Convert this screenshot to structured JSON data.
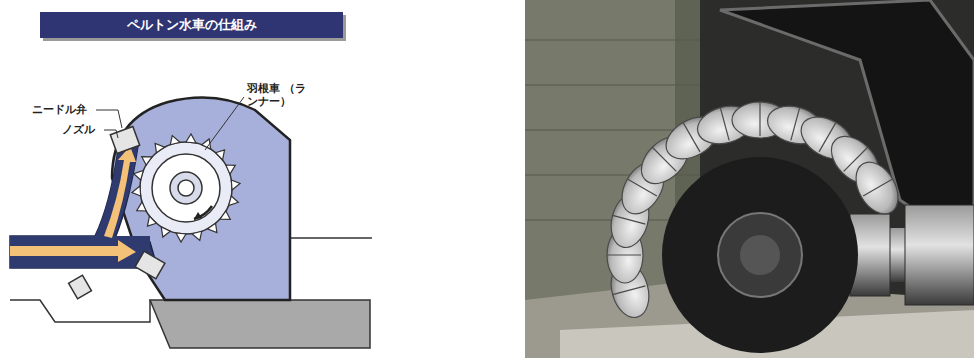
{
  "diagram": {
    "title": "ペルトン水車の仕組み",
    "labels": [
      "ニードル弁",
      "ノズル",
      "羽根車 （ランナー）"
    ]
  }
}
